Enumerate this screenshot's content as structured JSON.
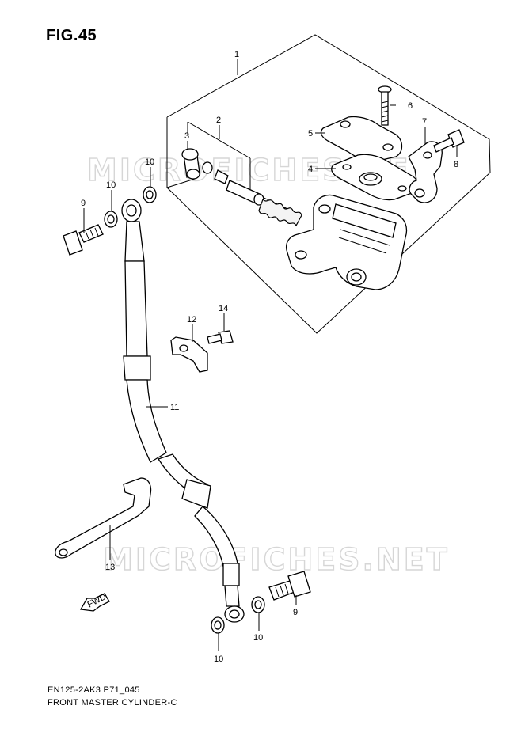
{
  "figure": {
    "title": "FIG.45"
  },
  "watermark": {
    "text": "MICROFICHES.NET"
  },
  "footer": {
    "code": "EN125-2AK3 P71_045",
    "name": "FRONT MASTER CYLINDER-C"
  },
  "direction_arrow": {
    "label": "FWD"
  },
  "callouts": {
    "c1": "1",
    "c2": "2",
    "c3": "3",
    "c4": "4",
    "c5": "5",
    "c6": "6",
    "c7": "7",
    "c8": "8",
    "c9a": "9",
    "c9b": "9",
    "c10a": "10",
    "c10b": "10",
    "c10c": "10",
    "c10d": "10",
    "c11": "11",
    "c12": "12",
    "c13": "13",
    "c14": "14"
  }
}
